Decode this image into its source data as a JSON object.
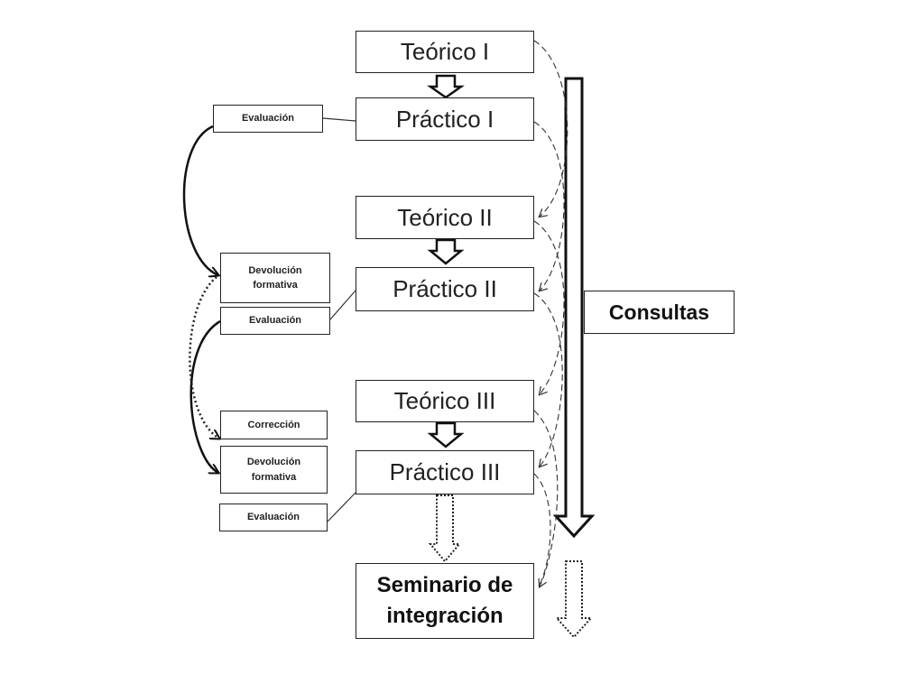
{
  "main_boxes": {
    "teorico_1": "Teórico I",
    "practico_1": "Práctico I",
    "teorico_2": "Teórico II",
    "practico_2": "Práctico II",
    "teorico_3": "Teórico III",
    "practico_3": "Práctico III",
    "seminario_line1": "Seminario de",
    "seminario_line2": "integración"
  },
  "side_boxes": {
    "evaluacion_1": "Evaluación",
    "devolucion_1_line1": "Devolución",
    "devolucion_1_line2": "formativa",
    "evaluacion_2": "Evaluación",
    "correccion": "Corrección",
    "devolucion_2_line1": "Devolución",
    "devolucion_2_line2": "formativa",
    "evaluacion_3": "Evaluación"
  },
  "consultas": "Consultas"
}
